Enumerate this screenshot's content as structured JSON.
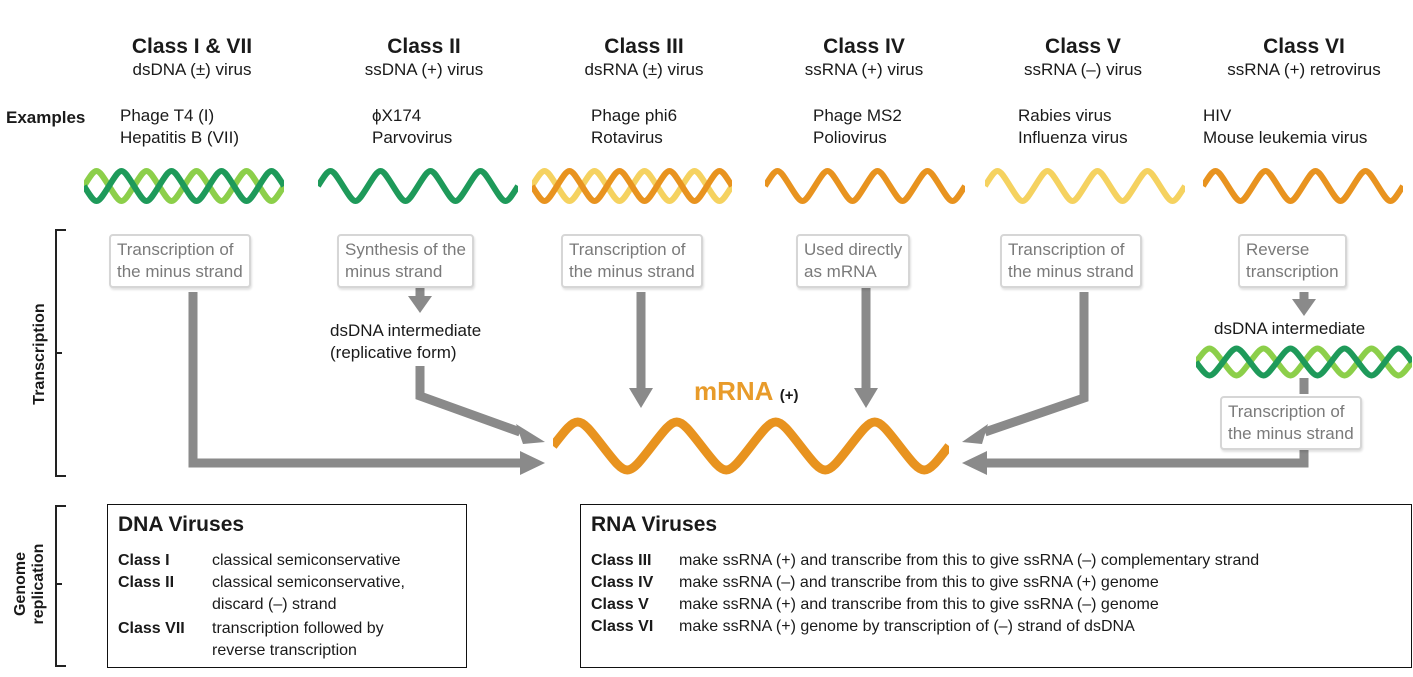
{
  "columns": [
    {
      "title": "Class I & VII",
      "subtitle": "dsDNA (±) virus",
      "examples": [
        "Phage T4 (I)",
        "Hepatitis B (VII)"
      ],
      "step": [
        "Transcription of",
        "the minus strand"
      ]
    },
    {
      "title": "Class II",
      "subtitle": "ssDNA (+) virus",
      "examples": [
        "ϕX174",
        "Parvovirus"
      ],
      "step": [
        "Synthesis of the",
        "minus strand"
      ],
      "intermediate": [
        "dsDNA intermediate",
        "(replicative form)"
      ]
    },
    {
      "title": "Class III",
      "subtitle": "dsRNA (±) virus",
      "examples": [
        "Phage phi6",
        "Rotavirus"
      ],
      "step": [
        "Transcription of",
        "the minus strand"
      ]
    },
    {
      "title": "Class IV",
      "subtitle": "ssRNA (+) virus",
      "examples": [
        "Phage MS2",
        "Poliovirus"
      ],
      "step": [
        "Used directly",
        "as mRNA"
      ]
    },
    {
      "title": "Class V",
      "subtitle": "ssRNA (–) virus",
      "examples": [
        "Rabies virus",
        "Influenza virus"
      ],
      "step": [
        "Transcription of",
        "the minus strand"
      ]
    },
    {
      "title": "Class VI",
      "subtitle": "ssRNA (+) retrovirus",
      "examples": [
        "HIV",
        "Mouse leukemia virus"
      ],
      "step": [
        "Reverse",
        "transcription"
      ],
      "intermediate": [
        "dsDNA intermediate"
      ],
      "step2": [
        "Transcription of",
        "the minus strand"
      ]
    }
  ],
  "labels": {
    "examples": "Examples",
    "transcription": "Transcription",
    "genome_replication": [
      "Genome",
      "replication"
    ],
    "mrna": "mRNA",
    "mrna_sign": "(+)"
  },
  "dna_panel": {
    "title": "DNA Viruses",
    "rows": [
      {
        "cls": "Class I",
        "text": [
          "classical semiconservative"
        ]
      },
      {
        "cls": "Class II",
        "text": [
          "classical semiconservative,",
          "discard (–) strand"
        ]
      },
      {
        "cls": "Class VII",
        "text": [
          "transcription followed by",
          "reverse transcription"
        ]
      }
    ]
  },
  "rna_panel": {
    "title": "RNA Viruses",
    "rows": [
      {
        "cls": "Class III",
        "text": "make ssRNA (+) and transcribe from this to give ssRNA (–) complementary strand"
      },
      {
        "cls": "Class IV",
        "text": "make ssRNA (–) and transcribe from this to give ssRNA (+) genome"
      },
      {
        "cls": "Class V",
        "text": "make ssRNA (+) and transcribe from this to give ssRNA (–) genome"
      },
      {
        "cls": "Class VI",
        "text": "make ssRNA (+) genome by transcription of (–) strand of dsDNA"
      }
    ]
  },
  "colors": {
    "green_dark": "#1e9a5a",
    "green_light": "#8ccf4a",
    "orange": "#e8931f",
    "yellow": "#f5d260",
    "arrow": "#8a8a8a"
  }
}
